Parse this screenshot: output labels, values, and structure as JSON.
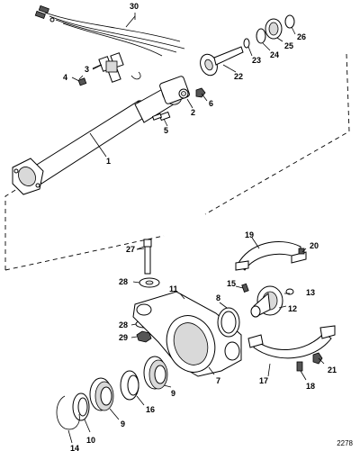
{
  "diagram_id": "2278",
  "callouts": [
    "1",
    "2",
    "3",
    "4",
    "5",
    "6",
    "7",
    "8",
    "9",
    "9",
    "10",
    "11",
    "12",
    "13",
    "14",
    "15",
    "16",
    "17",
    "18",
    "19",
    "20",
    "21",
    "22",
    "23",
    "24",
    "25",
    "26",
    "27",
    "28",
    "28",
    "29",
    "30"
  ]
}
